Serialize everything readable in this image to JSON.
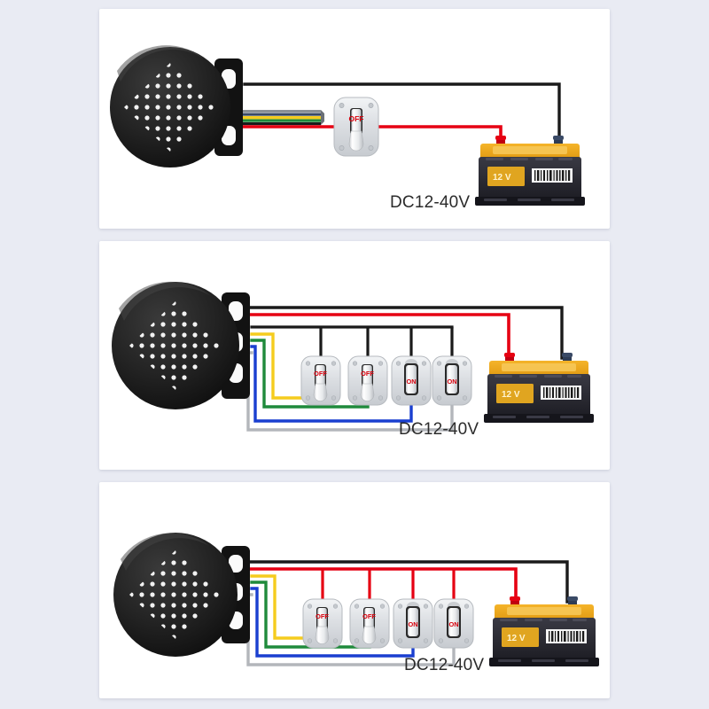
{
  "page": {
    "background_color": "#e9ebf3",
    "card_background": "#ffffff"
  },
  "palette": {
    "wire_black": "#1a1a1a",
    "wire_red": "#e60012",
    "wire_yellow": "#f5cc1e",
    "wire_green": "#1f8a3b",
    "wire_blue": "#1a3fd0",
    "wire_gray": "#b3b6bb",
    "speaker_body": "#1c1c1c",
    "battery_top": "#f0a81e",
    "battery_body": "#2b2b33",
    "battery_label": "#e0a520",
    "switch_plate": "#dfe2e5",
    "switch_text": "#d8000c",
    "label_text": "#2b2b2b"
  },
  "panels": [
    {
      "id": "panel-1",
      "title": "single-switch-wiring",
      "siren": {
        "name": "siren-speaker",
        "wires": [
          "black",
          "red",
          "yellow",
          "green",
          "blue",
          "gray"
        ],
        "active_wires": [
          "black",
          "red"
        ],
        "unused_wires": [
          "yellow",
          "green",
          "blue",
          "gray"
        ]
      },
      "switches": [
        {
          "index": 1,
          "state": "OFF",
          "label": "OFF",
          "drop_wire_color": "red"
        }
      ],
      "battery": {
        "name": "battery-12v",
        "voltage_badge": "12 V",
        "positive_terminal_color": "#e60012",
        "negative_terminal_color": "#3a4a66",
        "barcode": true
      },
      "voltage_label": "DC12-40V"
    },
    {
      "id": "panel-2",
      "title": "four-switch-wiring-black-bus",
      "siren": {
        "name": "siren-speaker",
        "wires": [
          "black",
          "red",
          "yellow",
          "green",
          "blue",
          "gray"
        ],
        "active_wires": [
          "black",
          "red",
          "yellow",
          "green",
          "blue",
          "gray"
        ],
        "unused_wires": []
      },
      "bus": {
        "top_wire": "black",
        "second_wire": "red",
        "drop_wire_color": "black"
      },
      "switches": [
        {
          "index": 1,
          "state": "OFF",
          "label": "OFF",
          "return_wire_color": "yellow"
        },
        {
          "index": 2,
          "state": "OFF",
          "label": "OFF",
          "return_wire_color": "green"
        },
        {
          "index": 3,
          "state": "ON",
          "label": "ON",
          "return_wire_color": "blue"
        },
        {
          "index": 4,
          "state": "ON",
          "label": "ON",
          "return_wire_color": "gray"
        }
      ],
      "battery": {
        "name": "battery-12v",
        "voltage_badge": "12 V",
        "positive_terminal_color": "#e60012",
        "negative_terminal_color": "#3a4a66",
        "barcode": true
      },
      "voltage_label": "DC12-40V"
    },
    {
      "id": "panel-3",
      "title": "four-switch-wiring-red-bus",
      "siren": {
        "name": "siren-speaker",
        "wires": [
          "black",
          "red",
          "yellow",
          "green",
          "blue",
          "gray"
        ],
        "active_wires": [
          "black",
          "red",
          "yellow",
          "green",
          "blue",
          "gray"
        ],
        "unused_wires": []
      },
      "bus": {
        "top_wire": "black",
        "second_wire": "red",
        "drop_wire_color": "red"
      },
      "switches": [
        {
          "index": 1,
          "state": "OFF",
          "label": "OFF",
          "return_wire_color": "yellow"
        },
        {
          "index": 2,
          "state": "OFF",
          "label": "OFF",
          "return_wire_color": "green"
        },
        {
          "index": 3,
          "state": "ON",
          "label": "ON",
          "return_wire_color": "blue"
        },
        {
          "index": 4,
          "state": "ON",
          "label": "ON",
          "return_wire_color": "gray"
        }
      ],
      "battery": {
        "name": "battery-12v",
        "voltage_badge": "12 V",
        "positive_terminal_color": "#e60012",
        "negative_terminal_color": "#3a4a66",
        "barcode": true
      },
      "voltage_label": "DC12-40V"
    }
  ]
}
